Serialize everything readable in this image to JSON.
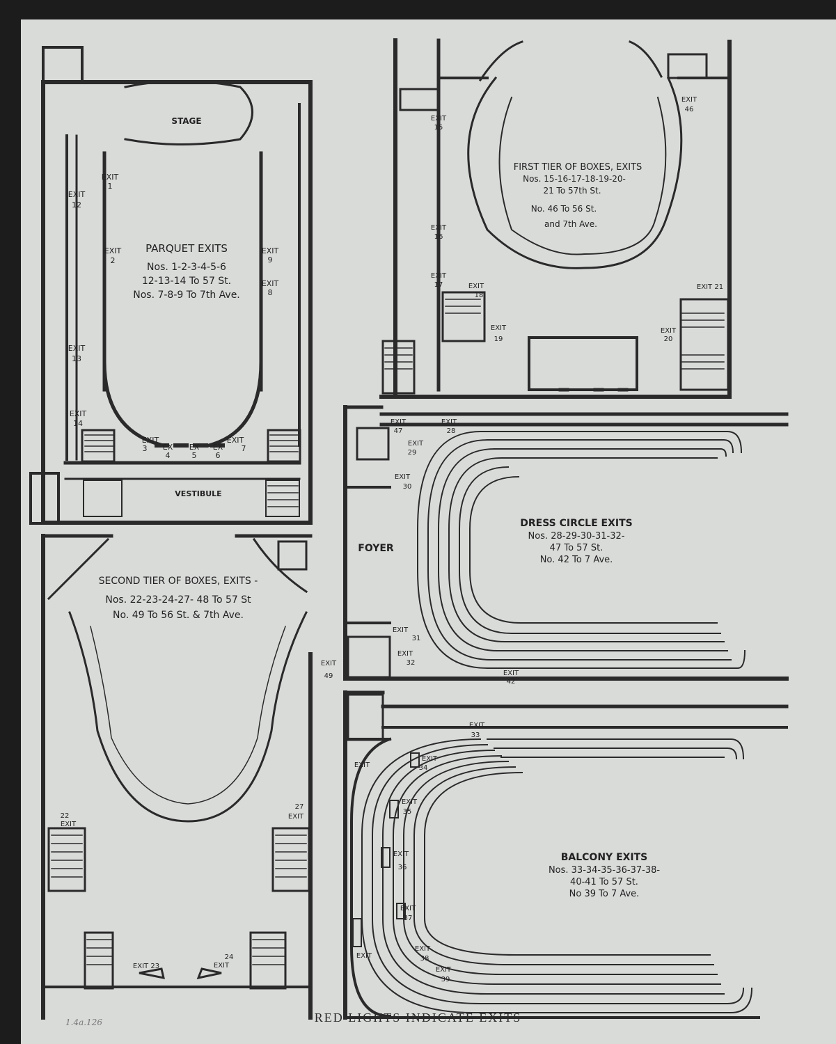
{
  "footer": "RED LIGHTS INDICATE EXITS",
  "pencil_note": "1.4a.126",
  "colors": {
    "paper": "#d9dbd9",
    "ink": "#2a2a2a",
    "background": "#1c1c1c"
  },
  "parquet": {
    "heading": "PARQUET EXITS",
    "lines": [
      "Nos. 1-2-3-4-5-6",
      "12-13-14 To 57 St.",
      "Nos. 7-8-9 To 7th Ave."
    ],
    "stage": "STAGE",
    "vestibule": "VESTIBULE",
    "exits": {
      "e1": [
        "EXIT",
        "1"
      ],
      "e2": [
        "EXIT",
        "2"
      ],
      "e12": [
        "EXIT",
        "12"
      ],
      "e13": [
        "EXIT",
        "13"
      ],
      "e14": [
        "EXIT",
        "14"
      ],
      "e9": [
        "EXIT",
        "9"
      ],
      "e8": [
        "EXIT",
        "8"
      ],
      "e3": [
        "EXIT",
        "3"
      ],
      "e4": [
        "EX",
        "4"
      ],
      "e5": [
        "EX",
        "5"
      ],
      "e6": [
        "EX",
        "6"
      ],
      "e7": [
        "EXIT",
        "7"
      ]
    }
  },
  "first_tier": {
    "heading": "FIRST TIER OF BOXES, EXITS",
    "lines": [
      "Nos. 15-16-17-18-19-20-",
      "21 To 57th St.",
      "No. 46 To 56 St.",
      "and 7th Ave."
    ],
    "exits": {
      "e15": [
        "EXIT",
        "15"
      ],
      "e16": [
        "EXIT",
        "16"
      ],
      "e17": [
        "EXIT",
        "17"
      ],
      "e18": [
        "EXIT",
        "18"
      ],
      "e19": [
        "EXIT",
        "19"
      ],
      "e20": [
        "EXIT",
        "20"
      ],
      "e21": [
        "EXIT 21"
      ],
      "e46": [
        "EXIT",
        "46"
      ]
    }
  },
  "dress_circle": {
    "heading": "DRESS CIRCLE EXITS",
    "lines": [
      "Nos. 28-29-30-31-32-",
      "47 To 57 St.",
      "No. 42 To 7 Ave."
    ],
    "foyer": "FOYER",
    "exits": {
      "e47": [
        "EXIT",
        "47"
      ],
      "e28": [
        "EXIT",
        "28"
      ],
      "e29": [
        "EXIT",
        "29"
      ],
      "e30": [
        "EXIT",
        "30"
      ],
      "e31": [
        "EXIT",
        "31"
      ],
      "e32": [
        "EXIT",
        "32"
      ],
      "e42": [
        "EXIT",
        "42"
      ]
    }
  },
  "second_tier": {
    "heading": "SECOND TIER OF BOXES, EXITS -",
    "lines": [
      "Nos. 22-23-24-27- 48 To 57 St",
      "No. 49 To 56 St. & 7th Ave."
    ],
    "exits": {
      "e49": [
        "EXIT",
        "49"
      ],
      "e22": [
        "22",
        "EXIT"
      ],
      "e27": [
        "27",
        "EXIT"
      ],
      "e23": [
        "EXIT 23"
      ],
      "e24": [
        "24",
        "EXIT"
      ]
    }
  },
  "balcony": {
    "heading": "BALCONY EXITS",
    "lines": [
      "Nos. 33-34-35-36-37-38-",
      "40-41 To 57 St.",
      "No 39 To 7 Ave."
    ],
    "exits": {
      "e33": [
        "EXIT",
        "33"
      ],
      "e34": [
        "EXIT",
        "34"
      ],
      "e35": [
        "EXIT",
        "35"
      ],
      "e36": [
        "EXIT",
        "36"
      ],
      "e37": [
        "EXIT",
        "37"
      ],
      "e38": [
        "EXIT",
        "38"
      ],
      "e39": [
        "EXIT",
        "39"
      ],
      "eL1": [
        "EXIT"
      ],
      "eL2": [
        "EXIT"
      ]
    }
  }
}
